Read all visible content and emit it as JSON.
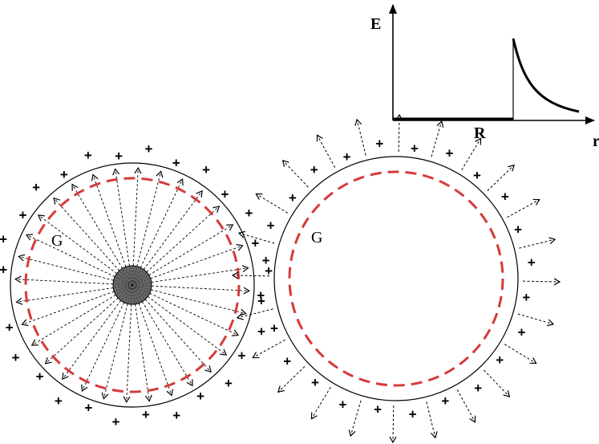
{
  "graph": {
    "y_label": "E",
    "x_label": "r",
    "tick_label": "R"
  },
  "left_sphere": {
    "gaussian_label": "G",
    "charge_symbol": "+",
    "inner_charge_color": "#666666"
  },
  "right_sphere": {
    "gaussian_label": "G",
    "charge_symbol": "+"
  },
  "colors": {
    "gaussian_surface": "#d63a3a",
    "ink": "#000000"
  }
}
